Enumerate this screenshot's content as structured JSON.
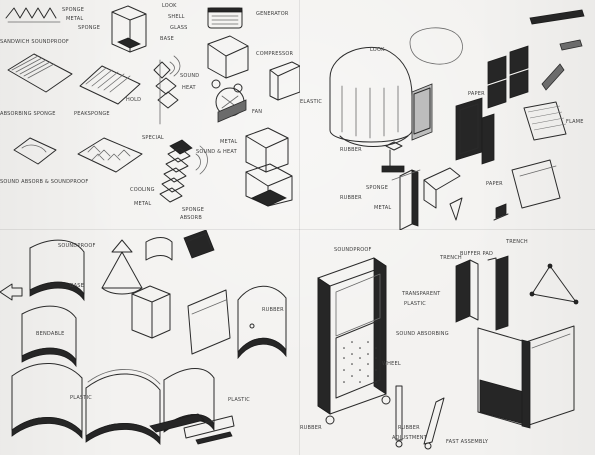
{
  "labels": {
    "tl": {
      "sponge": "SPONGE",
      "metal": "METAL",
      "sponge2": "SPONGE",
      "sandwich": "SANDWICH SOUNDPROOF",
      "look": "LOOK",
      "shell": "SHELL",
      "glass": "GLASS",
      "base": "BASE",
      "generator": "GENERATOR",
      "compressor": "COMPRESSOR",
      "absorbing_sponge": "ABSORBING SPONGE",
      "peaksponge": "PEAKSPONGE",
      "hold": "HOLD",
      "sound": "SOUND",
      "heat": "HEAT",
      "special": "SPECIAL",
      "fan": "FAN",
      "sound_heat": "SOUND & HEAT",
      "sound_absorb": "SOUND ABSORB & SOUNDPROOF",
      "cooling": "COOLING",
      "metal2": "METAL",
      "sponge3": "SPONGE",
      "absorb": "ABSORB",
      "metal3": "METAL"
    },
    "tr": {
      "look": "LOOK",
      "rubber": "RUBBER",
      "elastic": "ELASTIC",
      "sponge": "SPONGE",
      "metal": "METAL",
      "rubber2": "RUBBER",
      "paper": "PAPER",
      "paper2": "PAPER",
      "flame": "FLAME"
    },
    "bl": {
      "soundproof": "SOUNDPROOF",
      "base": "BASE",
      "bendable": "BENDABLE",
      "rubber": "RUBBER",
      "plastic": "PLASTIC",
      "plastic2": "PLASTIC"
    },
    "br": {
      "soundproof": "SOUNDPROOF",
      "transparent": "TRANSPARENT",
      "plastic": "PLASTIC",
      "sound_absorbing": "SOUND ABSORBING",
      "wheel": "WHEEL",
      "rubber": "RUBBER",
      "trench": "TRENCH",
      "buffer_pad": "BUFFER PAD",
      "trench2": "TRENCH",
      "rubber2": "RUBBER",
      "adjustment": "ADJUSTMENT",
      "fast_assembly": "FAST ASSEMBLY"
    }
  },
  "colors": {
    "paper": "#f3f2f0",
    "ink": "#2b2b2b",
    "muted_ink": "#6a6a6a"
  }
}
